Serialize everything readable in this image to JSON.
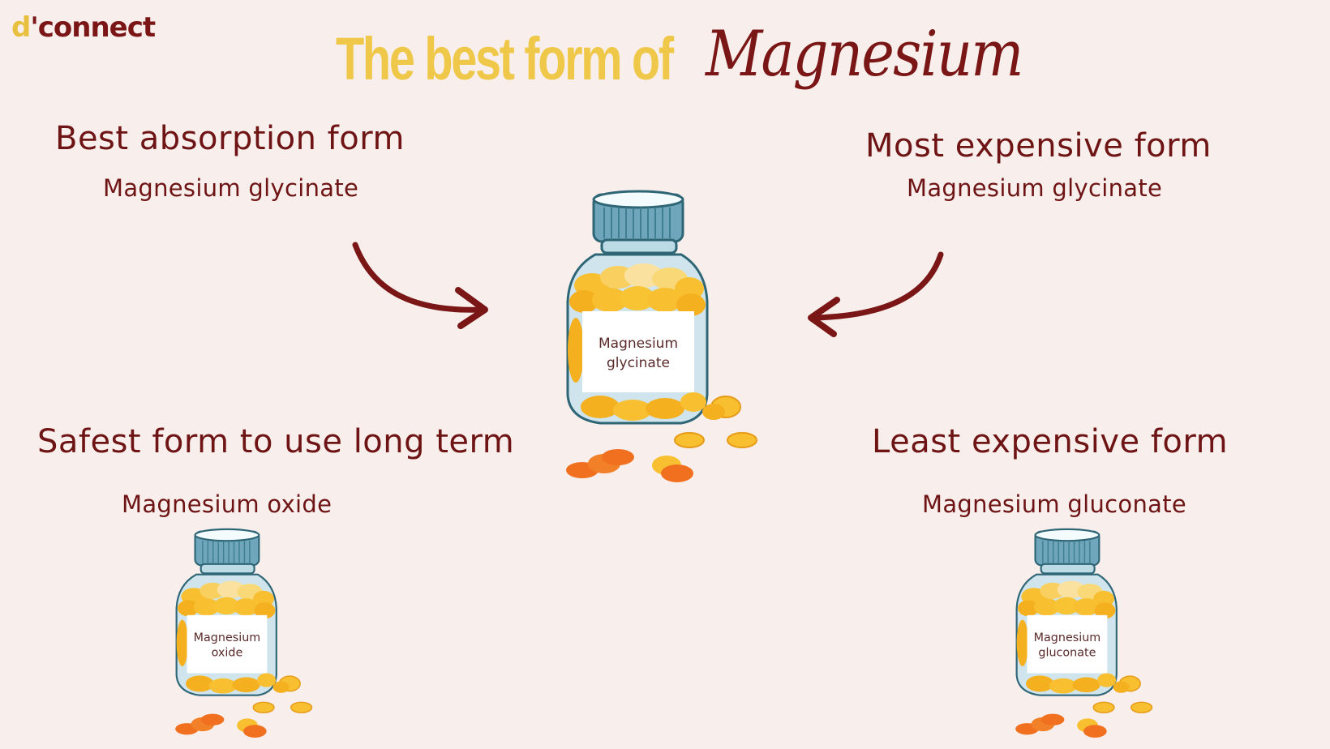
{
  "logo": {
    "d": "d",
    "rest": "'connect"
  },
  "title": {
    "prefix": "The best form of",
    "script": "Magnesium"
  },
  "colors": {
    "background": "#f8efec",
    "title_gold": "#efc84a",
    "maroon": "#6e1414",
    "bottle_glass": "#cfe4ec",
    "bottle_outline": "#3d7a8a",
    "pill_yellow": "#f8c030",
    "pill_orange": "#f07020"
  },
  "sections": {
    "top_left": {
      "heading": "Best absorption form",
      "value": "Magnesium glycinate"
    },
    "top_right": {
      "heading": "Most expensive form",
      "value": "Magnesium glycinate"
    },
    "bottom_left": {
      "heading": "Safest form to use long term",
      "value": "Magnesium oxide"
    },
    "bottom_right": {
      "heading": "Least expensive form",
      "value": "Magnesium gluconate"
    }
  },
  "bottles": {
    "center": {
      "line1": "Magnesium",
      "line2": "glycinate"
    },
    "left": {
      "line1": "Magnesium",
      "line2": "oxide"
    },
    "right": {
      "line1": "Magnesium",
      "line2": "gluconate"
    }
  },
  "icons": {
    "left_arrow": "curved-arrow-right",
    "right_arrow": "curved-arrow-left"
  }
}
